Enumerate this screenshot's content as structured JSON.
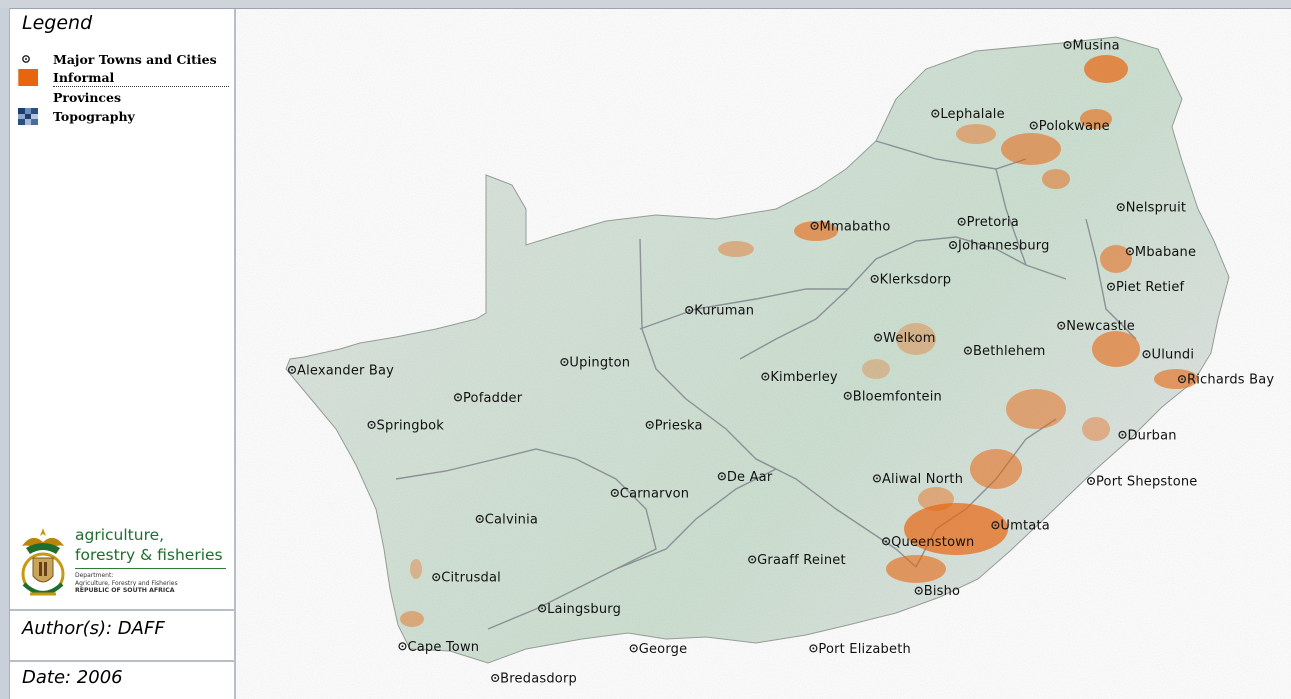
{
  "legend": {
    "title": "Legend",
    "items": [
      {
        "label": "Major Towns and Cities",
        "icon": "town-dot-icon"
      },
      {
        "label": "Informal",
        "icon": "orange-swatch-icon",
        "color": "#e8650f"
      },
      {
        "label": "Provinces",
        "icon": "white-swatch-icon",
        "color": "#ffffff"
      },
      {
        "label": "Topography",
        "icon": "topography-swatch-icon",
        "color": "#1f3d6b"
      }
    ]
  },
  "logo": {
    "line1": "agriculture,",
    "line2": "forestry & fisheries",
    "dept1": "Department:",
    "dept2": "Agriculture, Forestry and Fisheries",
    "dept3": "REPUBLIC OF SOUTH AFRICA"
  },
  "meta": {
    "author": "Author(s): DAFF",
    "date": "Date: 2006"
  },
  "colors": {
    "land": "#d8e6dc",
    "informal": "#e8650f",
    "border": "#8a9197"
  },
  "map": {
    "cities": [
      {
        "name": "Musina",
        "lon": 30.04,
        "lat": -22.35
      },
      {
        "name": "Lephalale",
        "lon": 27.73,
        "lat": -23.67
      },
      {
        "name": "Polokwane",
        "lon": 29.45,
        "lat": -23.9
      },
      {
        "name": "Nelspruit",
        "lon": 30.97,
        "lat": -25.47
      },
      {
        "name": "Mmabatho",
        "lon": 25.62,
        "lat": -25.83
      },
      {
        "name": "Pretoria",
        "lon": 28.19,
        "lat": -25.75
      },
      {
        "name": "Johannesburg",
        "lon": 28.04,
        "lat": -26.2
      },
      {
        "name": "Mbabane",
        "lon": 31.13,
        "lat": -26.32
      },
      {
        "name": "Klerksdorp",
        "lon": 26.67,
        "lat": -26.85
      },
      {
        "name": "Piet Retief",
        "lon": 30.8,
        "lat": -27.0
      },
      {
        "name": "Kuruman",
        "lon": 23.43,
        "lat": -27.45
      },
      {
        "name": "Newcastle",
        "lon": 29.93,
        "lat": -27.75
      },
      {
        "name": "Welkom",
        "lon": 26.73,
        "lat": -27.98
      },
      {
        "name": "Bethlehem",
        "lon": 28.3,
        "lat": -28.23
      },
      {
        "name": "Ulundi",
        "lon": 31.42,
        "lat": -28.3
      },
      {
        "name": "Upington",
        "lon": 21.25,
        "lat": -28.45
      },
      {
        "name": "Alexander Bay",
        "lon": 16.49,
        "lat": -28.6
      },
      {
        "name": "Kimberley",
        "lon": 24.76,
        "lat": -28.73
      },
      {
        "name": "Richards Bay",
        "lon": 32.04,
        "lat": -28.78
      },
      {
        "name": "Pofadder",
        "lon": 19.39,
        "lat": -29.13
      },
      {
        "name": "Bloemfontein",
        "lon": 26.2,
        "lat": -29.1
      },
      {
        "name": "Springbok",
        "lon": 17.88,
        "lat": -29.66
      },
      {
        "name": "Prieska",
        "lon": 22.74,
        "lat": -29.66
      },
      {
        "name": "Durban",
        "lon": 31.0,
        "lat": -29.85
      },
      {
        "name": "De Aar",
        "lon": 24.0,
        "lat": -30.65
      },
      {
        "name": "Aliwal North",
        "lon": 26.71,
        "lat": -30.69
      },
      {
        "name": "Port Shepstone",
        "lon": 30.45,
        "lat": -30.74
      },
      {
        "name": "Carnarvon",
        "lon": 22.13,
        "lat": -30.97
      },
      {
        "name": "Calvinia",
        "lon": 19.77,
        "lat": -31.47
      },
      {
        "name": "Umtata",
        "lon": 28.78,
        "lat": -31.59
      },
      {
        "name": "Queenstown",
        "lon": 26.87,
        "lat": -31.9
      },
      {
        "name": "Graaff Reinet",
        "lon": 24.53,
        "lat": -32.25
      },
      {
        "name": "Citrusdal",
        "lon": 19.01,
        "lat": -32.59
      },
      {
        "name": "Bisho",
        "lon": 27.44,
        "lat": -32.85
      },
      {
        "name": "Laingsburg",
        "lon": 20.86,
        "lat": -33.19
      },
      {
        "name": "Cape Town",
        "lon": 18.42,
        "lat": -33.92
      },
      {
        "name": "George",
        "lon": 22.46,
        "lat": -33.96
      },
      {
        "name": "Port Elizabeth",
        "lon": 25.6,
        "lat": -33.96
      },
      {
        "name": "Bredasdorp",
        "lon": 20.04,
        "lat": -34.53
      }
    ]
  }
}
